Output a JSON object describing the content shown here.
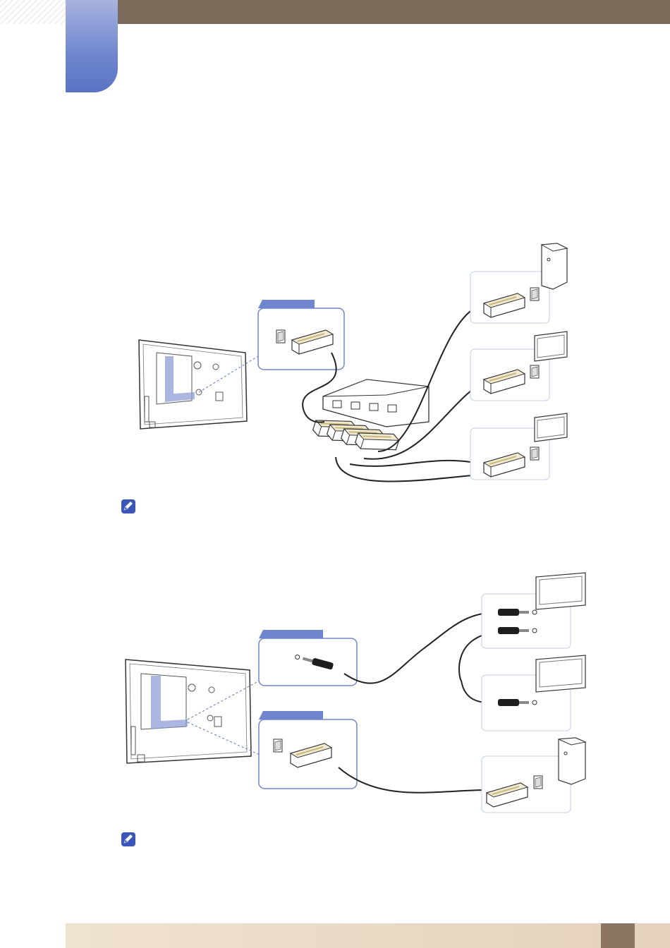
{
  "header": {
    "band_color": "#7a6a59",
    "tab_color": "#6f86cf"
  },
  "figure1": {
    "ports_tv": "tv-rear-panel-port",
    "hub": "hub-four-port-switch",
    "devices": [
      "pc-tower",
      "monitor",
      "monitor"
    ]
  },
  "note1": {
    "icon": "note-pencil-icon"
  },
  "figure2": {
    "devices": [
      "monitor",
      "monitor",
      "pc-tower"
    ]
  },
  "note2": {
    "icon": "note-pencil-icon"
  },
  "footer": {
    "band_color": "#e9d9c3",
    "page_box_color": "#8c7561"
  }
}
